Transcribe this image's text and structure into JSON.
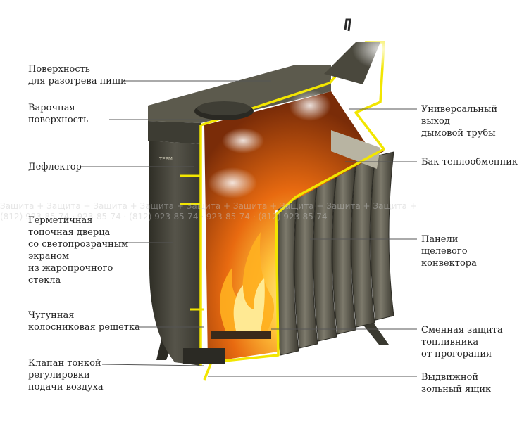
{
  "labels_left": [
    {
      "lines": [
        "Поверхность",
        "для разогрева пищи"
      ]
    },
    {
      "lines": [
        "Варочная",
        "поверхность"
      ]
    },
    {
      "lines": [
        "Дефлектор"
      ]
    },
    {
      "lines": [
        "Герметичная",
        "топочная дверца",
        "со светопрозрачным",
        "экраном",
        "из жаропрочного",
        "стекла"
      ]
    },
    {
      "lines": [
        "Чугунная",
        "колосниковая решетка"
      ]
    },
    {
      "lines": [
        "Клапан тонкой",
        "регулировки",
        "подачи воздуха"
      ]
    }
  ],
  "labels_right": [
    {
      "lines": [
        "Универсальный",
        "выход",
        "дымовой трубы"
      ]
    },
    {
      "lines": [
        "Бак-теплообменник"
      ]
    },
    {
      "lines": [
        "Панели",
        "щелевого",
        "конвектора"
      ]
    },
    {
      "lines": [
        "Сменная защита",
        "топливника",
        "от прогорания"
      ]
    },
    {
      "lines": [
        "Выдвижной",
        "зольный ящик"
      ]
    }
  ],
  "watermark": {
    "row1": "Защита + Защита + Защита + Защита + Защита + Защита + Защита + Защита + Защита +",
    "row2": "(812) 923-85-74 · 923-85-74 · (812) 923-85-74 · 923-85-74 · (812) 923-85-74"
  },
  "brand_plate": "ТЕРМ",
  "colors": {
    "body_dark": "#3b3a30",
    "body_mid": "#5a584a",
    "body_light": "#7a776a",
    "cutaway_outline": "#f2e600",
    "fire_orange": "#f08a1a",
    "fire_yellow": "#ffd84a",
    "leader_line": "#555555"
  }
}
